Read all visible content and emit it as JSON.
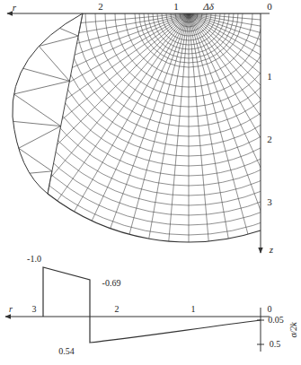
{
  "diagram": {
    "labels": [
      "r",
      "2",
      "1",
      "Δδ",
      "0",
      "1",
      "2",
      "3",
      "z",
      "-1.0",
      "-0.69",
      "r",
      "3",
      "2",
      "1",
      "0",
      "0.05",
      "0.54",
      "0.5",
      "σ/2k"
    ]
  }
}
